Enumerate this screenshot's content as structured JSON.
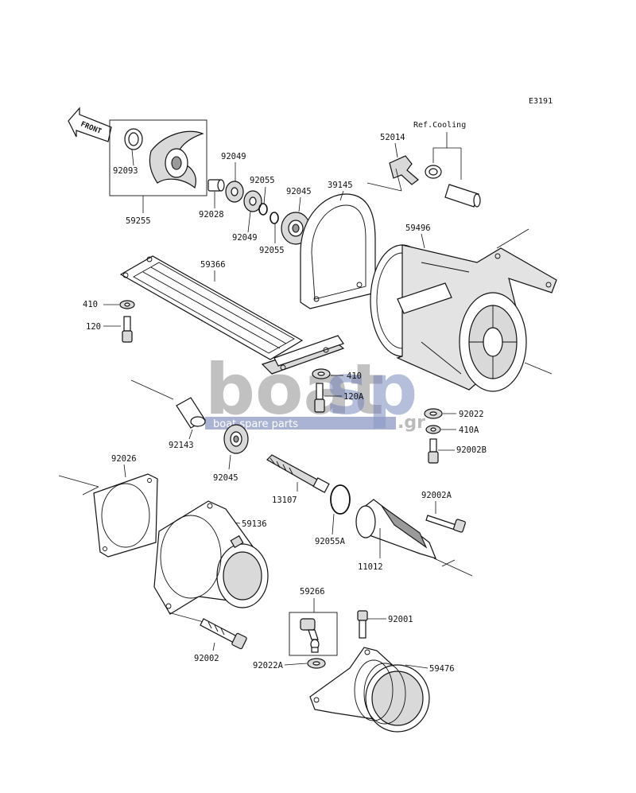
{
  "diagram_code": "E3191",
  "front_label": "FRONT",
  "ref_label": "Ref.Cooling",
  "watermark": {
    "logo_word_1": "boat",
    "logo_word_2": "sp",
    "logo_suffix": ".gr",
    "tagline": "boat spare parts"
  },
  "parts": {
    "p92093": "92093",
    "p59255": "59255",
    "p92049a": "92049",
    "p92049b": "92049",
    "p92028": "92028",
    "p92055a": "92055",
    "p92055b": "92055",
    "p92045a": "92045",
    "p39145": "39145",
    "p52014": "52014",
    "p59496": "59496",
    "p59366": "59366",
    "p410": "410",
    "p120": "120",
    "p410b": "410",
    "p120A": "120A",
    "p92022": "92022",
    "p410A": "410A",
    "p92002B": "92002B",
    "p92143": "92143",
    "p92045b": "92045",
    "p92026": "92026",
    "p13107": "13107",
    "p92002A": "92002A",
    "p59136": "59136",
    "p92055A": "92055A",
    "p11012": "11012",
    "p59266": "59266",
    "p92001": "92001",
    "p92002": "92002",
    "p92022A": "92022A",
    "p59476": "59476"
  }
}
